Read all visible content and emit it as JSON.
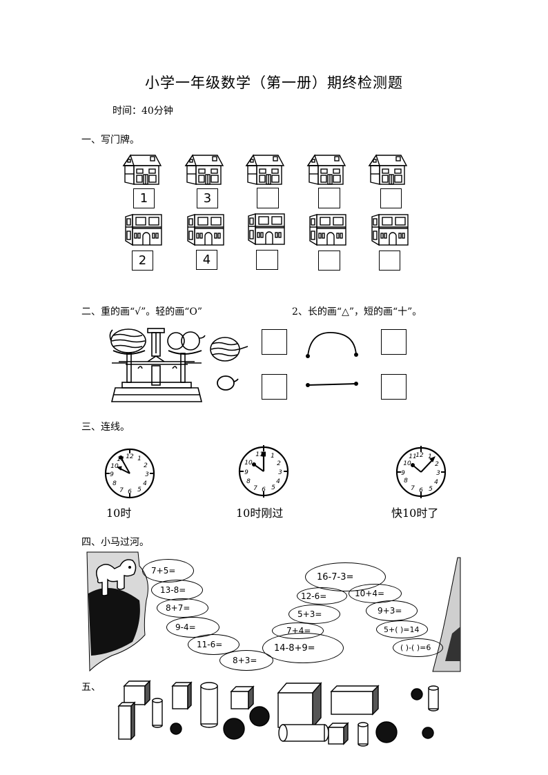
{
  "title": "小学一年级数学（第一册）期终检测题",
  "time_label": "时间：40分钟",
  "section1": {
    "heading": "一、写门牌。",
    "top_row_boxes": [
      "1",
      "3",
      "",
      "",
      ""
    ],
    "bottom_row_boxes": [
      "2",
      "4",
      "",
      "",
      ""
    ]
  },
  "section2": {
    "heading_a": "二、重的画“√”。轻的画“O”",
    "heading_b": "2、长的画“△”，短的画“十”。",
    "answer_boxes": [
      "",
      "",
      "",
      ""
    ]
  },
  "section3": {
    "heading": "三、连线。",
    "clock_labels": [
      "10时",
      "10时刚过",
      "快10时了"
    ],
    "clocks": [
      {
        "hour_hand_deg": -30,
        "minute_hand_deg": -60
      },
      {
        "hour_hand_deg": -60,
        "minute_hand_deg": 0
      },
      {
        "hour_hand_deg": -55,
        "minute_hand_deg": 50
      }
    ]
  },
  "section4": {
    "heading": "四、小马过河。",
    "stones_left": [
      "7+5=",
      "13-8=",
      "8+7=",
      "9-4=",
      "11-6=",
      "8+3="
    ],
    "stones_middle": [
      "16-7-3=",
      "12-6=",
      "5+3=",
      "7+4=",
      "14-8+9="
    ],
    "stones_right": [
      "10+4=",
      "9+3=",
      "5+( )=14",
      "( )-( )=6"
    ]
  },
  "section5": {
    "heading": "五、"
  }
}
